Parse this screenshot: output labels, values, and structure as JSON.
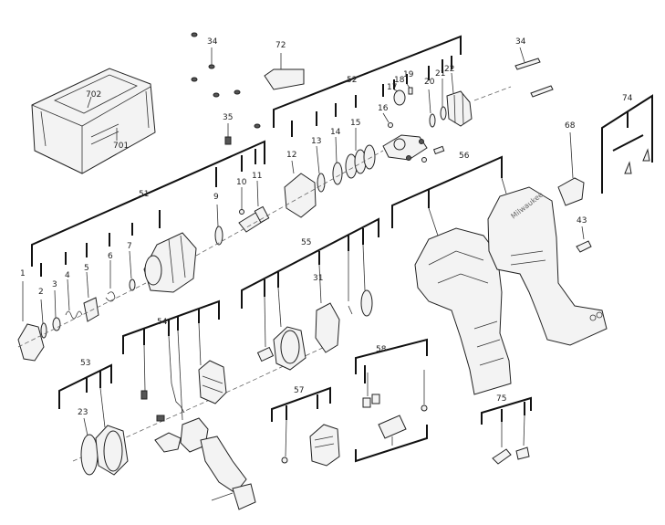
{
  "diagram": {
    "labels": [
      {
        "id": "1",
        "text": "1"
      },
      {
        "id": "2",
        "text": "2"
      },
      {
        "id": "3",
        "text": "3"
      },
      {
        "id": "4",
        "text": "4"
      },
      {
        "id": "5",
        "text": "5"
      },
      {
        "id": "6",
        "text": "6"
      },
      {
        "id": "7",
        "text": "7"
      },
      {
        "id": "9",
        "text": "9"
      },
      {
        "id": "10",
        "text": "10"
      },
      {
        "id": "11",
        "text": "11"
      },
      {
        "id": "12",
        "text": "12"
      },
      {
        "id": "13",
        "text": "13"
      },
      {
        "id": "14",
        "text": "14"
      },
      {
        "id": "15",
        "text": "15"
      },
      {
        "id": "16",
        "text": "16"
      },
      {
        "id": "17",
        "text": "17"
      },
      {
        "id": "18",
        "text": "18"
      },
      {
        "id": "19",
        "text": "19"
      },
      {
        "id": "20",
        "text": "20"
      },
      {
        "id": "21",
        "text": "21"
      },
      {
        "id": "22",
        "text": "22"
      },
      {
        "id": "23",
        "text": "23"
      },
      {
        "id": "31",
        "text": "31"
      },
      {
        "id": "34a",
        "text": "34"
      },
      {
        "id": "34b",
        "text": "34"
      },
      {
        "id": "35",
        "text": "35"
      },
      {
        "id": "43",
        "text": "43"
      },
      {
        "id": "51",
        "text": "51"
      },
      {
        "id": "52",
        "text": "52"
      },
      {
        "id": "53",
        "text": "53"
      },
      {
        "id": "54",
        "text": "54"
      },
      {
        "id": "55",
        "text": "55"
      },
      {
        "id": "56",
        "text": "56"
      },
      {
        "id": "57",
        "text": "57"
      },
      {
        "id": "58",
        "text": "58"
      },
      {
        "id": "68",
        "text": "68"
      },
      {
        "id": "72",
        "text": "72"
      },
      {
        "id": "74",
        "text": "74"
      },
      {
        "id": "75",
        "text": "75"
      },
      {
        "id": "701",
        "text": "701"
      },
      {
        "id": "702",
        "text": "702"
      }
    ],
    "brand_text": "Milwaukee",
    "colors": {
      "line": "#111111",
      "part_fill": "#f3f3f3",
      "dark_fill": "#555555",
      "background": "#ffffff"
    }
  }
}
